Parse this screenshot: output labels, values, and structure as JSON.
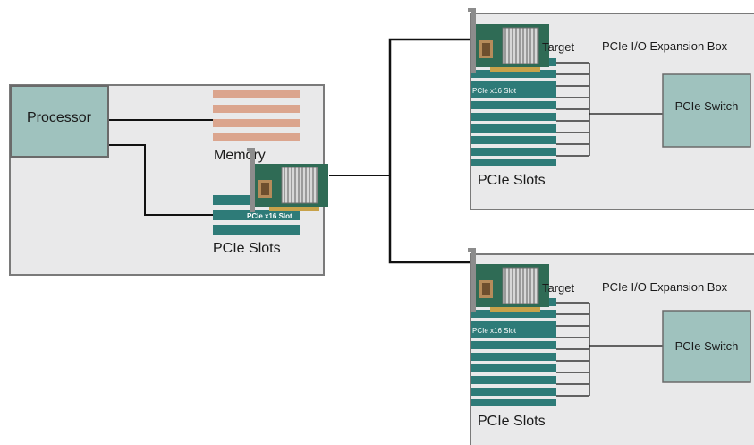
{
  "host": {
    "processor_label": "Processor",
    "memory_label": "Memory",
    "slots_label": "PCIe Slots",
    "slot_label": "PCIe x16 Slot"
  },
  "box_top": {
    "title": "PCIe I/O Expansion Box",
    "target_label": "Target",
    "slot_label": "PCIe x16 Slot",
    "switch_label": "PCIe Switch",
    "slots_label": "PCIe Slots"
  },
  "box_bottom": {
    "title": "PCIe I/O Expansion Box",
    "target_label": "Target",
    "slot_label": "PCIe x16 Slot",
    "switch_label": "PCIe Switch",
    "slots_label": "PCIe Slots"
  },
  "colors": {
    "panel_bg": "#e9e9ea",
    "panel_border": "#7a7a7a",
    "chip_fill": "#9fc2be",
    "slot_fill": "#2e7b78",
    "memory_fill": "#dba58e",
    "wire": "#111111"
  }
}
